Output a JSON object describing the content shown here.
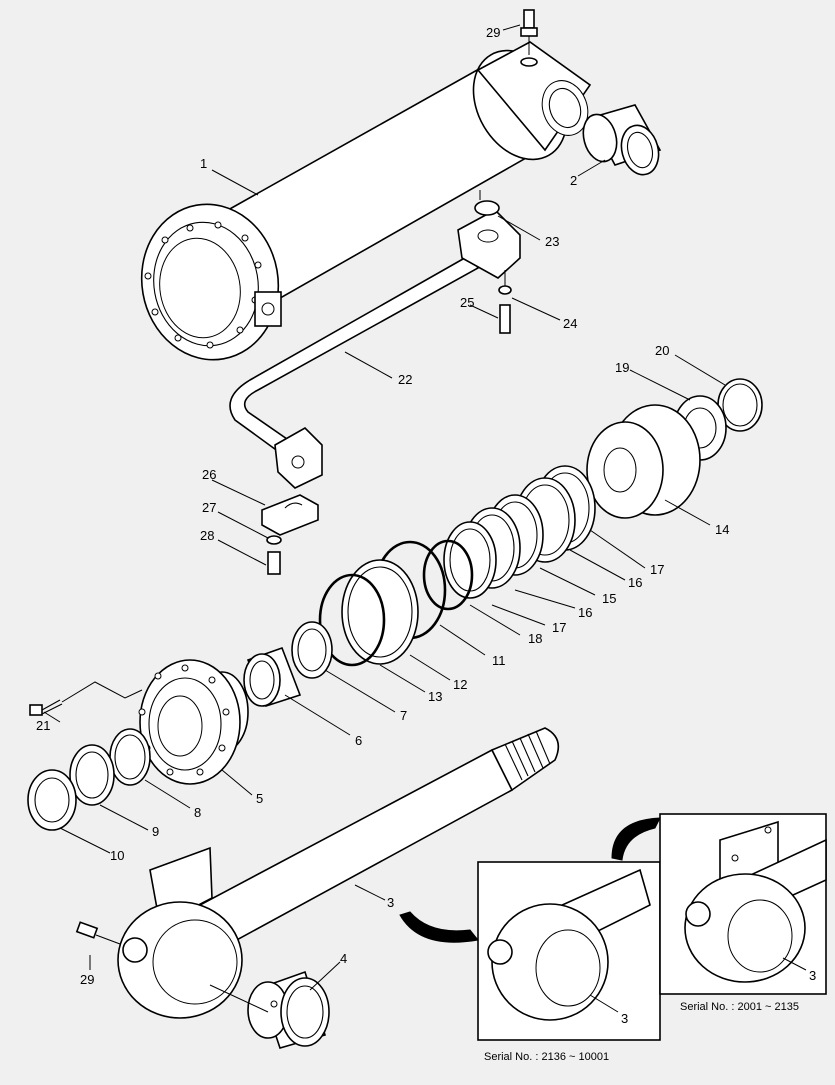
{
  "diagram": {
    "callouts": [
      "1",
      "2",
      "3",
      "4",
      "5",
      "6",
      "7",
      "8",
      "9",
      "10",
      "11",
      "12",
      "13",
      "14",
      "15",
      "16",
      "17",
      "18",
      "19",
      "20",
      "21",
      "22",
      "23",
      "24",
      "25",
      "26",
      "27",
      "28",
      "29"
    ],
    "detail_boxes": [
      {
        "caption": "Serial No. : 2136 ~ 10001",
        "callout": "3"
      },
      {
        "caption": "Serial No. : 2001 ~ 2135",
        "callout": "3"
      }
    ]
  }
}
